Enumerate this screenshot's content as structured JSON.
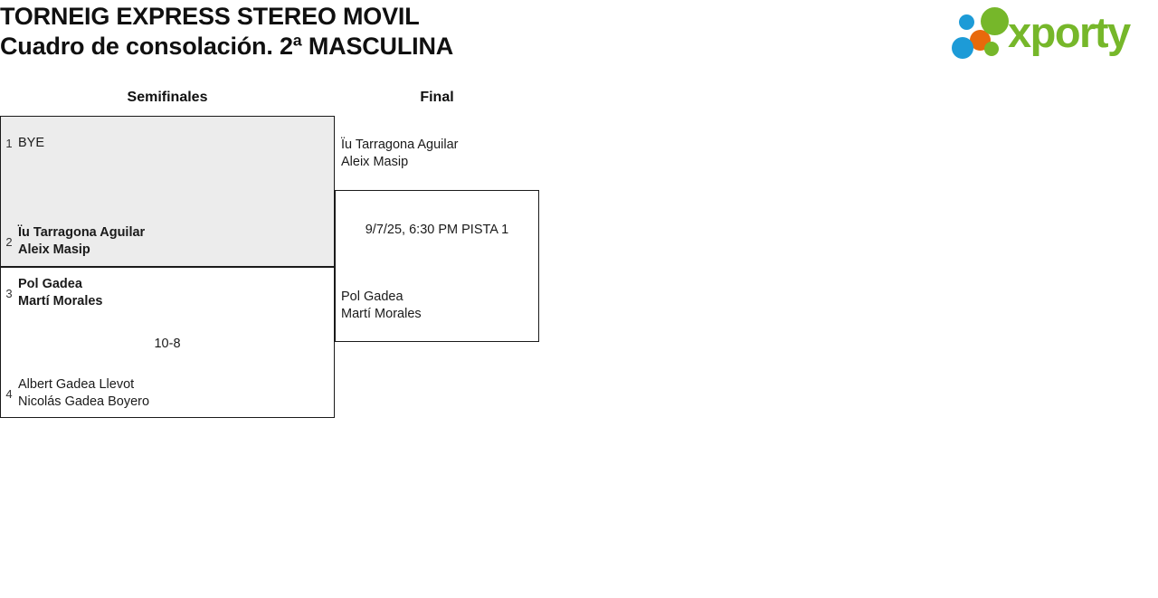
{
  "header": {
    "title_line1": "TORNEIG EXPRESS STEREO MOVIL",
    "title_line2": "Cuadro de consolación. 2ª MASCULINA",
    "logo_word": "xporty",
    "logo_colors": {
      "green": "#76B72A",
      "blue": "#1D9BD7",
      "orange": "#E8690B"
    }
  },
  "bracket": {
    "rounds": [
      {
        "label": "Semifinales"
      },
      {
        "label": "Final"
      }
    ],
    "semifinals": [
      {
        "highlighted": true,
        "top": {
          "seed": "1",
          "name_line1": "BYE",
          "name_line2": "",
          "winner": false
        },
        "bottom": {
          "seed": "2",
          "name_line1": "Ïu Tarragona Aguilar",
          "name_line2": "Aleix Masip",
          "winner": true
        },
        "score": ""
      },
      {
        "highlighted": false,
        "top": {
          "seed": "3",
          "name_line1": "Pol Gadea",
          "name_line2": "Martí Morales",
          "winner": true
        },
        "bottom": {
          "seed": "4",
          "name_line1": "Albert Gadea Llevot",
          "name_line2": "Nicolás Gadea Boyero",
          "winner": false
        },
        "score": "10-8"
      }
    ],
    "final": {
      "top": {
        "name_line1": "Ïu Tarragona Aguilar",
        "name_line2": "Aleix Masip"
      },
      "bottom": {
        "name_line1": "Pol Gadea",
        "name_line2": "Martí Morales"
      },
      "schedule": "9/7/25, 6:30 PM PISTA 1"
    }
  }
}
